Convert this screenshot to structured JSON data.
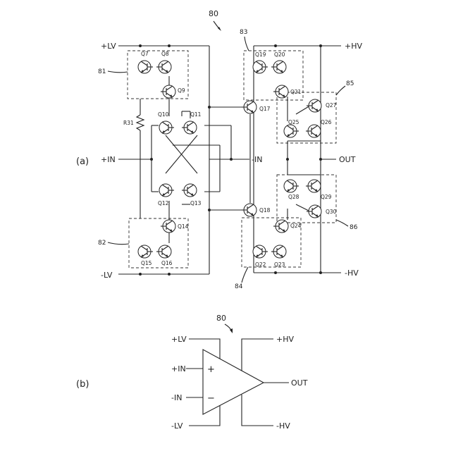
{
  "figure_a": {
    "tag": "(a)",
    "ref_top": "80",
    "rails": {
      "plv": "+LV",
      "mlv": "-LV",
      "phv": "+HV",
      "mhv": "-HV"
    },
    "inputs": {
      "pin": "+IN",
      "min": "-IN"
    },
    "output": "OUT",
    "resistor": "R31",
    "blocks": {
      "b81": "81",
      "b82": "82",
      "b83": "83",
      "b84": "84",
      "b85": "85",
      "b86": "86"
    },
    "transistors": {
      "q7": "Q7",
      "q8": "Q8",
      "q9": "Q9",
      "q10": "Q10",
      "q11": "Q11",
      "q12": "Q12",
      "q13": "Q13",
      "q14": "Q14",
      "q15": "Q15",
      "q16": "Q16",
      "q17": "Q17",
      "q18": "Q18",
      "q19": "Q19",
      "q20": "Q20",
      "q21": "Q21",
      "q22": "Q22",
      "q23": "Q23",
      "q24": "Q24",
      "q25": "Q25",
      "q26": "Q26",
      "q27": "Q27",
      "q28": "Q28",
      "q29": "Q29",
      "q30": "Q30"
    }
  },
  "figure_b": {
    "tag": "(b)",
    "ref": "80",
    "plv": "+LV",
    "mlv": "-LV",
    "phv": "+HV",
    "mhv": "-HV",
    "pin": "+IN",
    "min": "-IN",
    "out": "OUT",
    "plus_sign": "+",
    "minus_sign": "−"
  }
}
